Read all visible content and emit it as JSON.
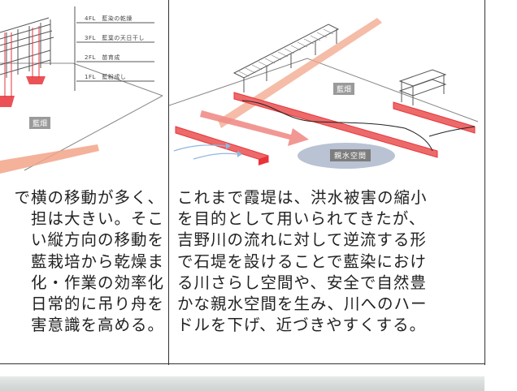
{
  "left_panel": {
    "floor_labels": [
      "4FL　藍染の乾燥",
      "3FL　藍葉の天日干し",
      "2FL　苗育成",
      "1FL　藍粉成し"
    ],
    "field_label": "藍畑",
    "text_lines": [
      "で横の移動が多く、",
      "担は大きい。そこ",
      "い縦方向の移動を",
      "藍栽培から乾燥ま",
      "化・作業の効率化",
      "日常的に吊り舟を",
      "害意識を高める。"
    ]
  },
  "right_panel": {
    "field_label": "藍畑",
    "water_label": "親水空間",
    "text_lines": [
      "これまで霞堤は、洪水被害の縮小",
      "を目的として用いられてきたが、",
      "吉野川の流れに対して逆流する形",
      "で石堤を設けることで藍染におけ",
      "る川さらし空間や、安全で自然豊",
      "かな親水空間を生み、川へのハー",
      "ドルを下げ、近づきやすくする。"
    ]
  },
  "colors": {
    "accent_red": "#e8343a",
    "arrow_salmon": "#f2a58a",
    "water_blue": "#8fb8e0"
  }
}
